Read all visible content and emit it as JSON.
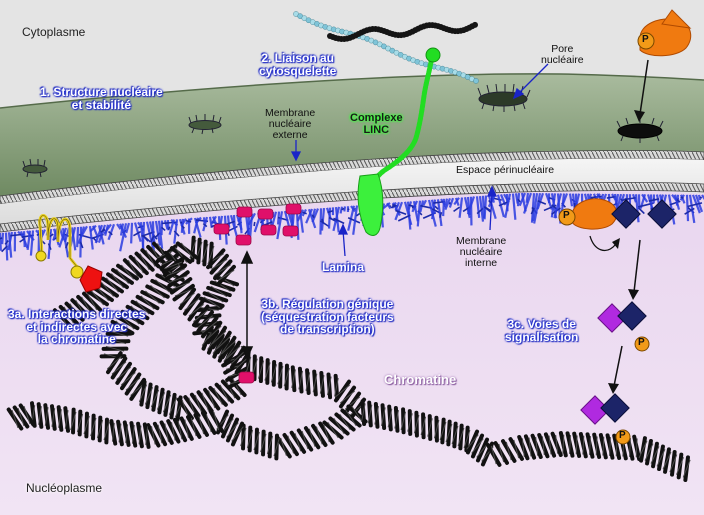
{
  "labels": {
    "cytoplasme": "Cytoplasme",
    "nucleoplasme": "Nucléoplasme",
    "chromatine": "Chromatine",
    "lamina": "Lamina",
    "pore": [
      "Pore",
      "nucléaire"
    ],
    "espace_perinucleaire": "Espace périnucléaire",
    "membrane_externe": [
      "Membrane",
      "nucléaire",
      "externe"
    ],
    "membrane_interne": [
      "Membrane",
      "nucléaire",
      "interne"
    ],
    "complexe_linc": [
      "Complexe",
      "LINC"
    ],
    "liaison": [
      "2. Liaison au",
      "cytosquelette"
    ],
    "structure": [
      "1. Structure nucléaire",
      "et stabilité"
    ],
    "interactions": [
      "3a. Interactions directes",
      "et indirectes avec",
      "la chromatine"
    ],
    "regulation": [
      "3b. Régulation génique",
      "(séquestration facteurs",
      "de transcription)"
    ],
    "voies": [
      "3c. Voies de",
      "signalisation"
    ],
    "phospho": "P"
  },
  "colors": {
    "cytoplasm": "#e4e4e4",
    "outer_membrane": "#7f9a72",
    "nucleoplasm": "#ead7ef",
    "lamina": "#2a3ce0",
    "linc": "#22dd22",
    "pink_factor": "#e0106a",
    "kinase": "#f07a10",
    "phosphate": "#f29a18",
    "dark_diamond": "#1c2468",
    "magenta_diamond": "#b02ae0",
    "chromatin": "#111111",
    "label_outline": "#2a36d8"
  },
  "icons": [
    "linc-complex-icon",
    "nuclear-pore-icon",
    "kinase-icon",
    "transcription-factor-icon",
    "chromatin-fiber-icon",
    "phosphate-icon",
    "signaling-protein-icon"
  ]
}
